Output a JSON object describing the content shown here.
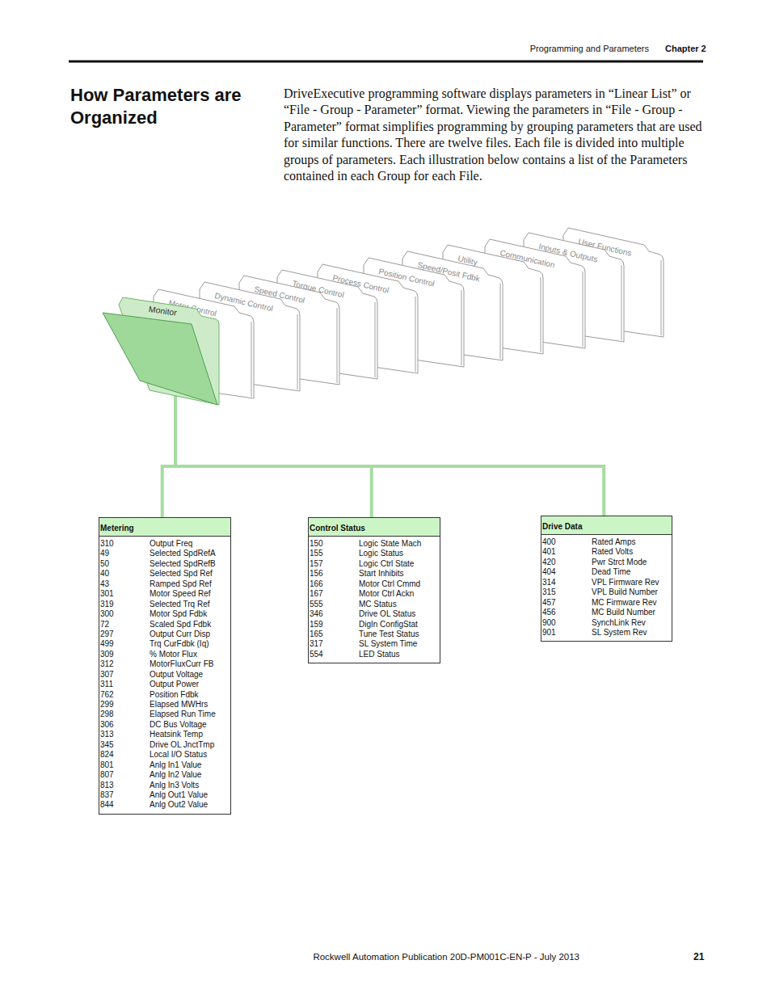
{
  "diagram": {
    "title": "How Parameters are Organized",
    "nodes": [
      {
        "text": [
          "Monitor"
        ]
      },
      {
        "text": [
          "Motor Control"
        ]
      },
      {
        "text": [
          "Dynamic Control"
        ]
      },
      {
        "text": [
          "Speed Control"
        ]
      },
      {
        "text": [
          "Torque Control"
        ]
      },
      {
        "text": [
          "Process Control"
        ]
      },
      {
        "text": [
          "Position Control"
        ]
      },
      {
        "text": [
          "Speed/Posit Fdbk"
        ]
      },
      {
        "text": [
          "Utility"
        ]
      },
      {
        "text": [
          "Communication"
        ]
      },
      {
        "text": [
          "Inputs & Outputs"
        ]
      },
      {
        "text": [
          "User Functions"
        ]
      },
      {
        "text": [
          "Metering",
          "310",
          "Output Freq",
          "49",
          "Selected SpdRefA",
          "50",
          "Selected SpdRefB",
          "40",
          "Selected Spd Ref",
          "43",
          "Ramped Spd Ref",
          "301",
          "Motor Speed Ref",
          "319",
          "Selected Trq Ref",
          "300",
          "Motor Spd Fdbk",
          "72",
          "Scaled Spd Fdbk",
          "297",
          "Output Curr Disp",
          "499",
          "Trq CurFdbk (Iq)",
          "309",
          "% Motor Flux",
          "312",
          "MotorFluxCurr FB",
          "307",
          "Output Voltage",
          "311",
          "Output Power",
          "762",
          "Position Fdbk",
          "299",
          "Elapsed MWHrs",
          "298",
          "Elapsed Run Time",
          "306",
          "DC Bus Voltage",
          "313",
          "Heatsink Temp",
          "345",
          "Drive OL JnctTmp",
          "824",
          "Local I/O Status",
          "801",
          "Anlg In1 Value",
          "807",
          "Anlg In2 Value",
          "813",
          "Anlg In3 Volts",
          "837",
          "Anlg Out1 Value",
          "844",
          "Anlg Out2 Value"
        ]
      },
      {
        "text": [
          "Control Status",
          "150",
          "Logic State Mach",
          "155",
          "Logic Status",
          "157",
          "Logic Ctrl State",
          "156",
          "Start Inhibits",
          "166",
          "Motor Ctrl Cmmd",
          "167",
          "Motor Ctrl Ackn",
          "555",
          "MC Status",
          "346",
          "Drive OL Status",
          "159",
          "DigIn ConfigStat",
          "165",
          "Tune Test Status",
          "317",
          "SL System Time",
          "554",
          "LED Status"
        ]
      },
      {
        "text": [
          "Drive Data",
          "400",
          "Rated Amps",
          "401",
          "Rated Volts",
          "420",
          "Pwr Strct Mode",
          "404",
          "Dead Time",
          "314",
          "VPL Firmware Rev",
          "315",
          "VPL Build Number",
          "457",
          "MC Firmware Rev",
          "456",
          "MC Build Number",
          "900",
          "SynchLink Rev",
          "901",
          "SL System Rev"
        ]
      }
    ],
    "edges": [
      {
        "from": 0,
        "to": 12,
        "arrow": "none"
      },
      {
        "from": 0,
        "to": 13,
        "arrow": "none"
      },
      {
        "from": 0,
        "to": 14,
        "arrow": "none"
      }
    ],
    "labels": [
      "Programming and Parameters",
      "Chapter 2",
      "DriveExecutive programming software displays parameters in “Linear List” or “File - Group - Parameter” format. Viewing the parameters in “File - Group - Parameter” format simplifies programming by grouping parameters that are used for similar functions. There are twelve files. Each file is divided into multiple groups of parameters. Each illustration below contains a list of the Parameters contained in each Group for each File.",
      "Rockwell Automation Publication 20D-PM001C-EN-P - July 2013",
      "21"
    ]
  }
}
